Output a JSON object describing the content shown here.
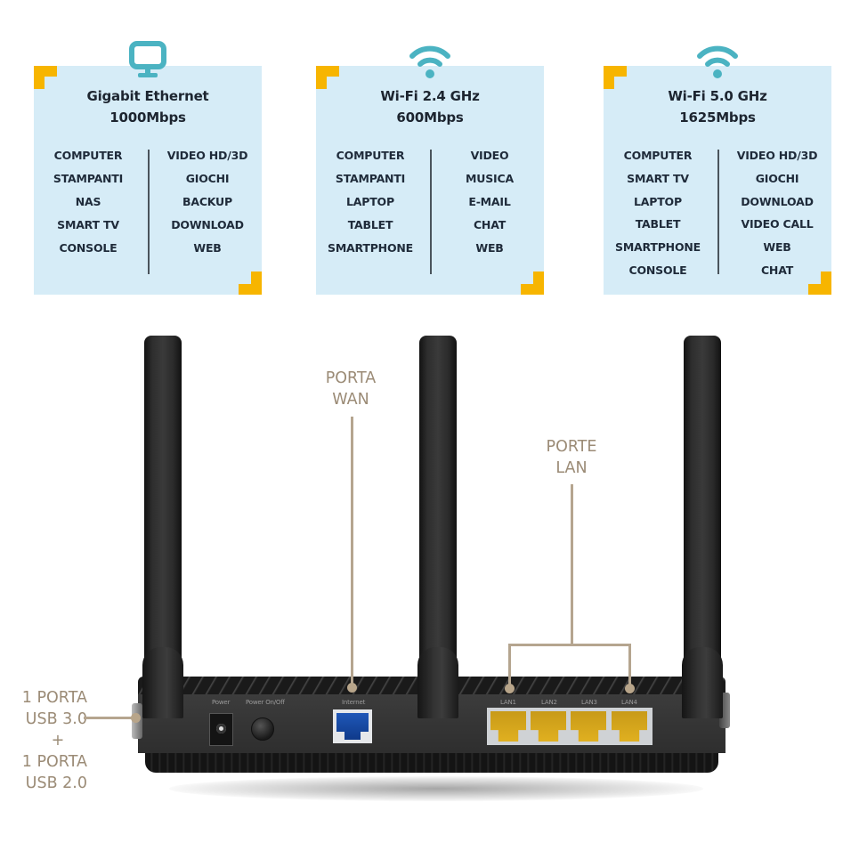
{
  "panels": [
    {
      "icon": "monitor-ethernet-icon",
      "title": "Gigabit Ethernet",
      "speed": "1000Mbps",
      "left_items": [
        "COMPUTER",
        "STAMPANTI",
        "NAS",
        "SMART TV",
        "CONSOLE"
      ],
      "right_items": [
        "VIDEO HD/3D",
        "GIOCHI",
        "BACKUP",
        "DOWNLOAD",
        "WEB"
      ]
    },
    {
      "icon": "wifi-icon",
      "title": "Wi-Fi 2.4 GHz",
      "speed": "600Mbps",
      "left_items": [
        "COMPUTER",
        "STAMPANTI",
        "LAPTOP",
        "TABLET",
        "SMARTPHONE"
      ],
      "right_items": [
        "VIDEO",
        "MUSICA",
        "E-MAIL",
        "CHAT",
        "WEB"
      ]
    },
    {
      "icon": "wifi-icon",
      "title": "Wi-Fi 5.0 GHz",
      "speed": "1625Mbps",
      "left_items": [
        "COMPUTER",
        "SMART TV",
        "LAPTOP",
        "TABLET",
        "SMARTPHONE",
        "CONSOLE"
      ],
      "right_items": [
        "VIDEO HD/3D",
        "GIOCHI",
        "DOWNLOAD",
        "VIDEO CALL",
        "WEB",
        "CHAT"
      ]
    }
  ],
  "callouts": {
    "wan": [
      "PORTA",
      "WAN"
    ],
    "lan": [
      "PORTE",
      "LAN"
    ],
    "usb": [
      "1 PORTA",
      "USB 3.0",
      "+",
      "1 PORTA",
      "USB 2.0"
    ]
  },
  "router_labels": {
    "power": "Power",
    "power_onoff": "Power On/Off",
    "internet": "Internet",
    "lan": [
      "LAN1",
      "LAN2",
      "LAN3",
      "LAN4"
    ]
  },
  "colors": {
    "panel_bg": "#d6ecf7",
    "accent_yellow": "#f7b500",
    "icon_teal": "#4bb3c2",
    "callout_text": "#9b8b76",
    "callout_line": "#b5a58f",
    "wan_port": "#1f57b8",
    "lan_port": "#e0b020"
  }
}
